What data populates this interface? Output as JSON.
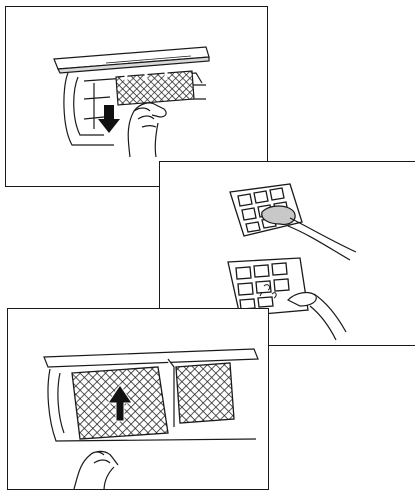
{
  "figure": {
    "steps": [
      {
        "id": "open-panel-and-pull-filter-down",
        "arrow": "down"
      },
      {
        "id": "clean-filter-by-hand"
      },
      {
        "id": "reinsert-filter-push-up",
        "arrow": "up"
      }
    ],
    "line_color": "#1a1a1a",
    "mesh_color": "#222222"
  }
}
